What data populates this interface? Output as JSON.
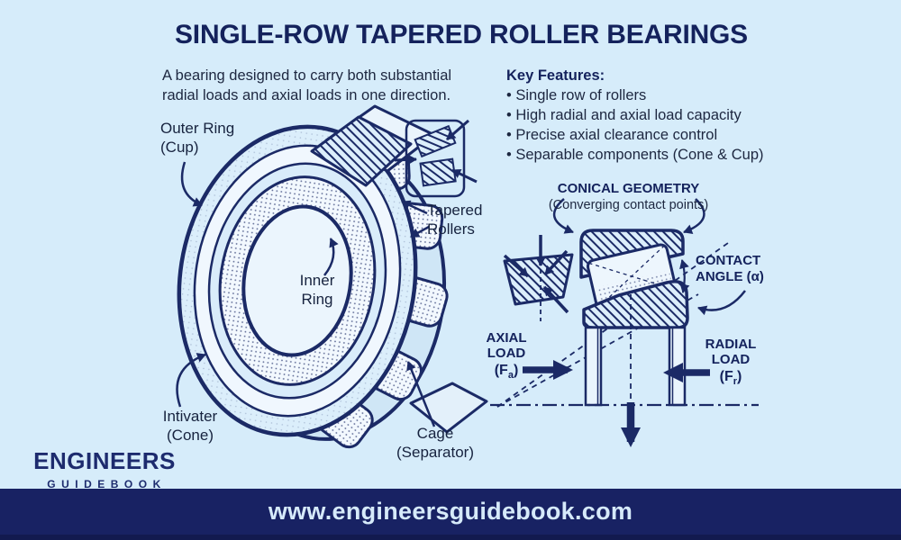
{
  "colors": {
    "background": "#d6ecfa",
    "ink": "#1b2a66",
    "title": "#14225c",
    "body_text": "#1d2740",
    "footer_bar": "#182263",
    "footer_text": "#d6eafa"
  },
  "header": {
    "title": "SINGLE-ROW TAPERED ROLLER BEARINGS",
    "description": [
      "A bearing designed to carry both substantial",
      "radial loads and axial loads in one direction."
    ]
  },
  "key_features": {
    "heading": "Key Features:",
    "items": [
      "• Single row of rollers",
      "• High radial and axial load capacity",
      "• Precise axial clearance control",
      "• Separable components (Cone & Cup)"
    ]
  },
  "bearing_diagram": {
    "labels": {
      "outer_ring": [
        "Outer Ring",
        "(Cup)"
      ],
      "tapered_rollers": [
        "Tapered",
        "Rollers"
      ],
      "inner_ring": [
        "Inner",
        "Ring"
      ],
      "cone": [
        "Intivater",
        "(Cone)"
      ],
      "cage": [
        "Cage",
        "(Separator)"
      ]
    }
  },
  "cross_section": {
    "conical_heading": "CONICAL GEOMETRY",
    "conical_sub": "(Converging contact points)",
    "contact_angle": [
      "CONTACT",
      "ANGLE (α)"
    ],
    "axial_load": {
      "l1": "AXIAL",
      "l2": "LOAD",
      "sym_base": "(F",
      "sym_sub": "a",
      "sym_close": ")"
    },
    "radial_load": {
      "l1": "RADIAL",
      "l2": "LOAD",
      "sym_base": "(F",
      "sym_sub": "r",
      "sym_close": ")"
    }
  },
  "logo": {
    "line1": "ENGINEERS",
    "line2": "GUIDEBOOK"
  },
  "footer": {
    "url": "www.engineersguidebook.com"
  }
}
